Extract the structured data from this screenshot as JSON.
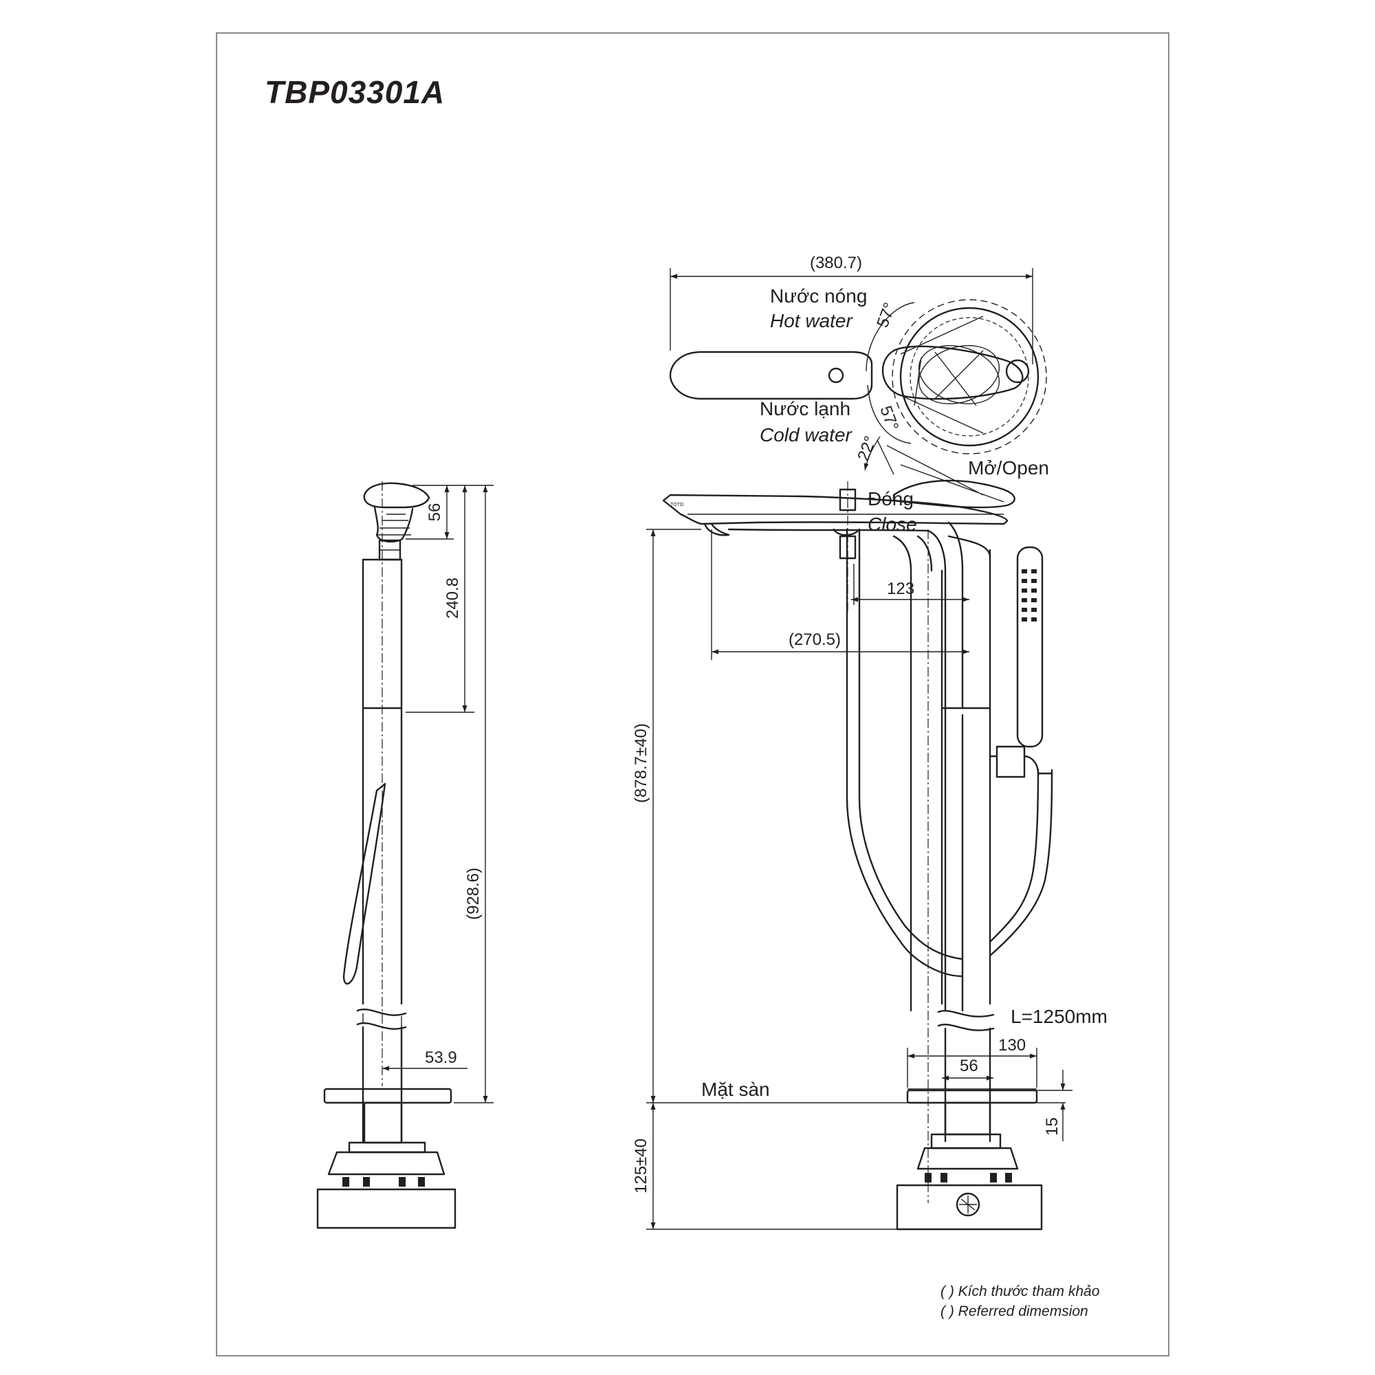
{
  "drawing": {
    "model": "TBP03301A",
    "labels": {
      "hot_water_vi": "Nước nóng",
      "hot_water_en": "Hot water",
      "cold_water_vi": "Nước lạnh",
      "cold_water_en": "Cold water",
      "open": "Mở/Open",
      "close_vi": "Đóng",
      "close_en": "Close",
      "floor": "Mặt sàn",
      "hose_length": "L=1250mm"
    },
    "dimensions": {
      "handle_width": "(380.7)",
      "hot_angle": "57°",
      "cold_angle": "57°",
      "open_angle": "22°",
      "spout_offset": "123",
      "spout_reach": "(270.5)",
      "total_height_front": "(878.7±40)",
      "under_floor": "125±40",
      "base_outer": "130",
      "base_inner": "56",
      "base_thickness": "15",
      "top_height": "56",
      "upper_body": "240.8",
      "total_height_side": "(928.6)",
      "side_base_half": "53.9"
    },
    "notes": {
      "line1": "( ) Kích thước tham khảo",
      "line2": "( ) Referred dimemsion"
    }
  }
}
